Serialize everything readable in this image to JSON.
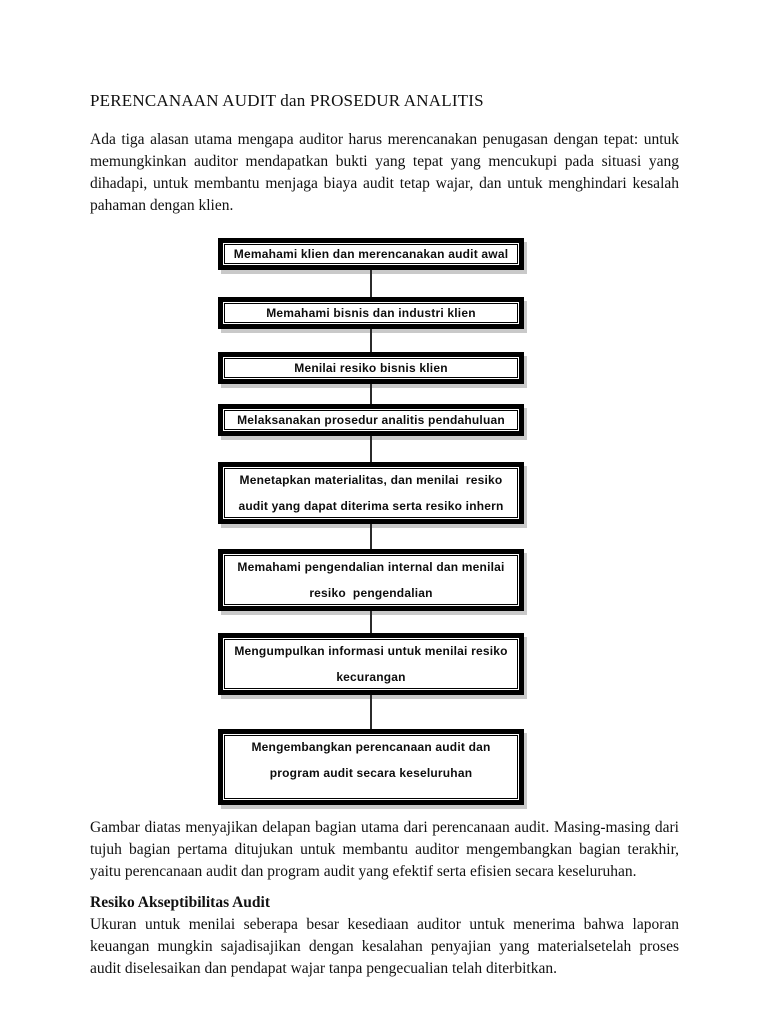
{
  "document": {
    "title": "PERENCANAAN AUDIT dan PROSEDUR ANALITIS",
    "intro_paragraph": "Ada tiga alasan  utama mengapa auditor harus merencanakan penugasan dengan tepat: untuk memungkinkan  auditor mendapatkan bukti yang tepat yang mencukupi pada situasi yang dihadapi, untuk membantu menjaga biaya audit tetap wajar, dan untuk menghindari kesalah pahaman dengan klien.",
    "figure_caption": "Gambar diatas menyajikan delapan bagian utama dari perencanaan audit. Masing-masing dari tujuh bagian pertama ditujukan untuk membantu auditor mengembangkan bagian terakhir, yaitu perencanaan audit dan program audit yang efektif serta efisien secara keseluruhan.",
    "section_heading": "Resiko Akseptibilitas Audit",
    "section_body": "Ukuran untuk menilai seberapa besar kesediaan auditor untuk menerima bahwa laporan keuangan mungkin sajadisajikan dengan kesalahan penyajian yang materialsetelah proses audit diselesaikan dan pendapat wajar tanpa pengecualian telah diterbitkan."
  },
  "flowchart": {
    "boxes": [
      {
        "lines": [
          "Memahami klien dan merencanakan audit awal"
        ]
      },
      {
        "lines": [
          "Memahami bisnis dan industri klien"
        ]
      },
      {
        "lines": [
          "Menilai resiko bisnis klien"
        ]
      },
      {
        "lines": [
          "Melaksanakan prosedur analitis pendahuluan"
        ]
      },
      {
        "lines": [
          "Menetapkan materialitas, dan menilai  resiko",
          "audit yang dapat diterima serta resiko inhern"
        ]
      },
      {
        "lines": [
          "Memahami pengendalian internal dan menilai",
          "resiko  pengendalian"
        ]
      },
      {
        "lines": [
          "Mengumpulkan informasi untuk menilai resiko",
          "kecurangan"
        ]
      },
      {
        "lines": [
          "Mengembangkan perencanaan audit dan",
          "program audit secara keseluruhan"
        ]
      }
    ]
  },
  "colors": {
    "page_background": "#ffffff",
    "text": "#111111",
    "box_border": "#000000",
    "box_shadow": "#c9c9c9"
  }
}
